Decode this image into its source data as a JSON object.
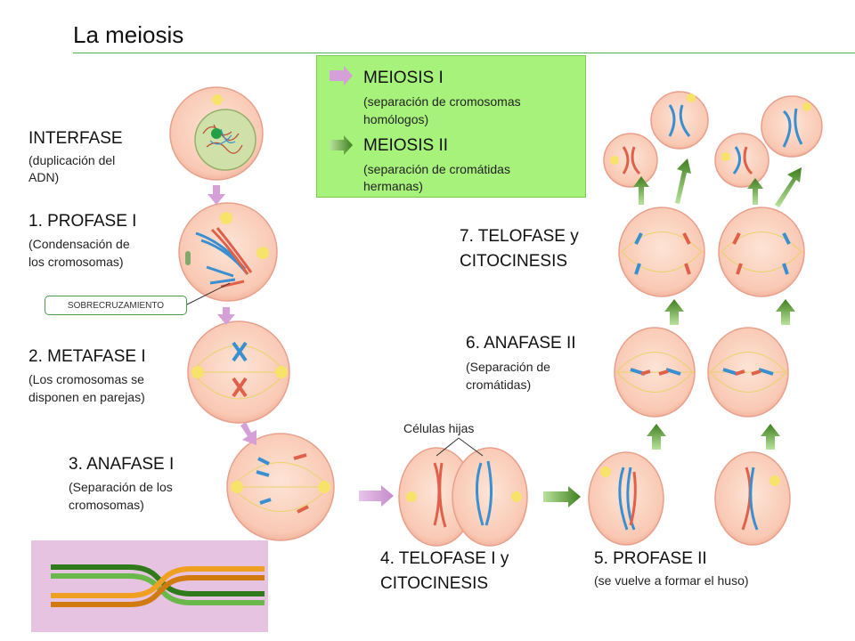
{
  "title": "La meiosis",
  "legend": {
    "meiosis1": {
      "label": "MEIOSIS I",
      "desc_line1": "(separación de cromosomas",
      "desc_line2": "homólogos)"
    },
    "meiosis2": {
      "label": "MEIOSIS II",
      "desc_line1": "(separación de cromátidas",
      "desc_line2": "hermanas)"
    }
  },
  "stages": {
    "interfase": {
      "label": "INTERFASE",
      "desc_line1": "(duplicación del",
      "desc_line2": "ADN)"
    },
    "profase1": {
      "label": "1. PROFASE I",
      "desc_line1": "(Condensación de",
      "desc_line2": "los cromosomas)"
    },
    "metafase1": {
      "label": "2. METAFASE I",
      "desc_line1": "(Los cromosomas se",
      "desc_line2": "disponen en parejas)"
    },
    "anafase1": {
      "label": "3. ANAFASE I",
      "desc_line1": "(Separación de los",
      "desc_line2": "cromosomas)"
    },
    "telofase1": {
      "label_line1": "4. TELOFASE I  y",
      "label_line2": "CITOCINESIS"
    },
    "profase2": {
      "label": "5. PROFASE II",
      "desc": "(se vuelve a formar el huso)"
    },
    "anafase2": {
      "label": "6. ANAFASE II",
      "desc_line1": "(Separación de",
      "desc_line2": "cromátidas)"
    },
    "telofase2": {
      "label_line1": "7. TELOFASE y",
      "label_line2": "CITOCINESIS"
    }
  },
  "annotations": {
    "crossover": "SOBRECRUZAMIENTO",
    "daughter_cells": "Células hijas"
  },
  "colors": {
    "cell_fill": "#f9c9b4",
    "cell_edge": "#e8a08c",
    "nucleus": "#7fa86a",
    "chromosome_blue": "#3a8fd0",
    "chromosome_red": "#e0604a",
    "meiosis1_arrow": "#d5a0d8",
    "meiosis2_arrow": "#5a9a2a",
    "legend_bg": "#a6f27a",
    "title_rule": "#4caf50"
  }
}
